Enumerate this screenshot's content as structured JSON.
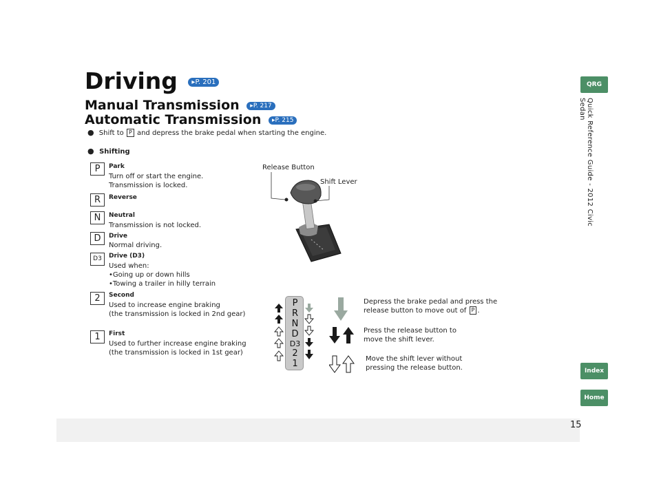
{
  "headings": {
    "driving": "Driving",
    "driving_ref": "P. 201",
    "manual": "Manual Transmission",
    "manual_ref": "P. 217",
    "automatic": "Automatic Transmission",
    "automatic_ref": "P. 215"
  },
  "bullets": {
    "start_prefix": "Shift to",
    "start_key": "P",
    "start_suffix": "and depress the brake pedal when starting the engine.",
    "shifting": "Shifting"
  },
  "gears": [
    {
      "symbol": "P",
      "title": "Park",
      "desc": [
        "Turn off or start the engine.",
        "Transmission is locked."
      ]
    },
    {
      "symbol": "R",
      "title": "Reverse",
      "desc": []
    },
    {
      "symbol": "N",
      "title": "Neutral",
      "desc": [
        "Transmission is not locked."
      ]
    },
    {
      "symbol": "D",
      "title": "Drive",
      "desc": [
        "Normal driving."
      ]
    },
    {
      "symbol": "D3",
      "title": "Drive (D3)",
      "desc": [
        "Used when:",
        "•Going up or down hills",
        "•Towing a trailer in hilly terrain"
      ]
    },
    {
      "symbol": "2",
      "title": "Second",
      "desc": [
        "Used to increase engine braking",
        "(the transmission is locked in 2nd gear)"
      ]
    },
    {
      "symbol": "1",
      "title": "First",
      "desc": [
        "Used to further increase engine braking",
        "(the transmission is locked in 1st gear)"
      ]
    }
  ],
  "diagram": {
    "release_button": "Release Button",
    "shift_lever": "Shift Lever",
    "gate_letters": [
      "P",
      "R",
      "N",
      "D",
      "D3",
      "2",
      "1"
    ]
  },
  "legend": {
    "depress_line1": "Depress the brake pedal and press the",
    "depress_line2": "release button to move out of",
    "depress_key": "P",
    "press_line1": "Press the release button to",
    "press_line2": "move the shift lever.",
    "move_line1": "Move the shift lever without",
    "move_line2": "pressing the release button."
  },
  "side": {
    "qrg": "QRG",
    "vertical_title": "Quick Reference Guide - 2012 Civic Sedan",
    "index": "Index",
    "home": "Home"
  },
  "page_number": "15",
  "colors": {
    "tab_green": "#4c8f66",
    "ref_blue": "#2a6fbd",
    "arrow_gray": "#9aa9a0"
  }
}
